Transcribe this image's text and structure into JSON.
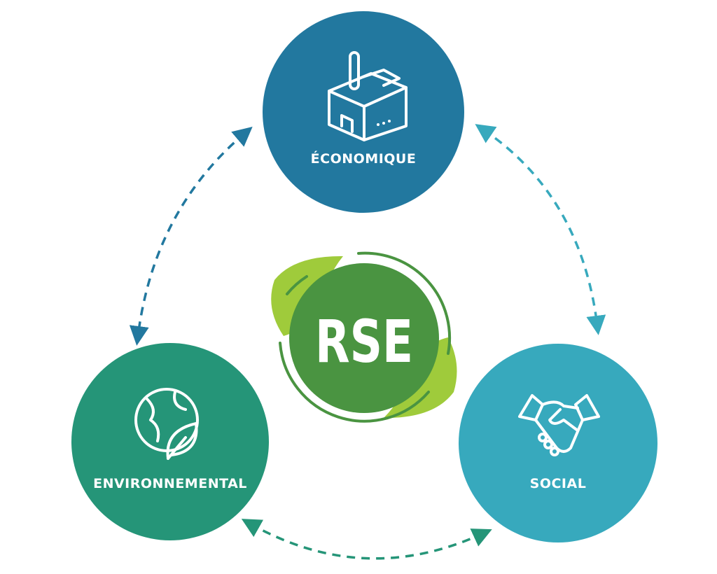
{
  "center": {
    "label": "RSE"
  },
  "pillars": [
    {
      "label": "ÉCONOMIQUE",
      "icon": "factory-icon",
      "color": "#22789f"
    },
    {
      "label": "ENVIRONNEMENTAL",
      "icon": "globe-leaf-icon",
      "color": "#259578"
    },
    {
      "label": "SOCIAL",
      "icon": "handshake-icon",
      "color": "#37a9bd"
    }
  ],
  "colors": {
    "rse_green": "#4a9441",
    "leaf_green": "#9fcb3b"
  }
}
